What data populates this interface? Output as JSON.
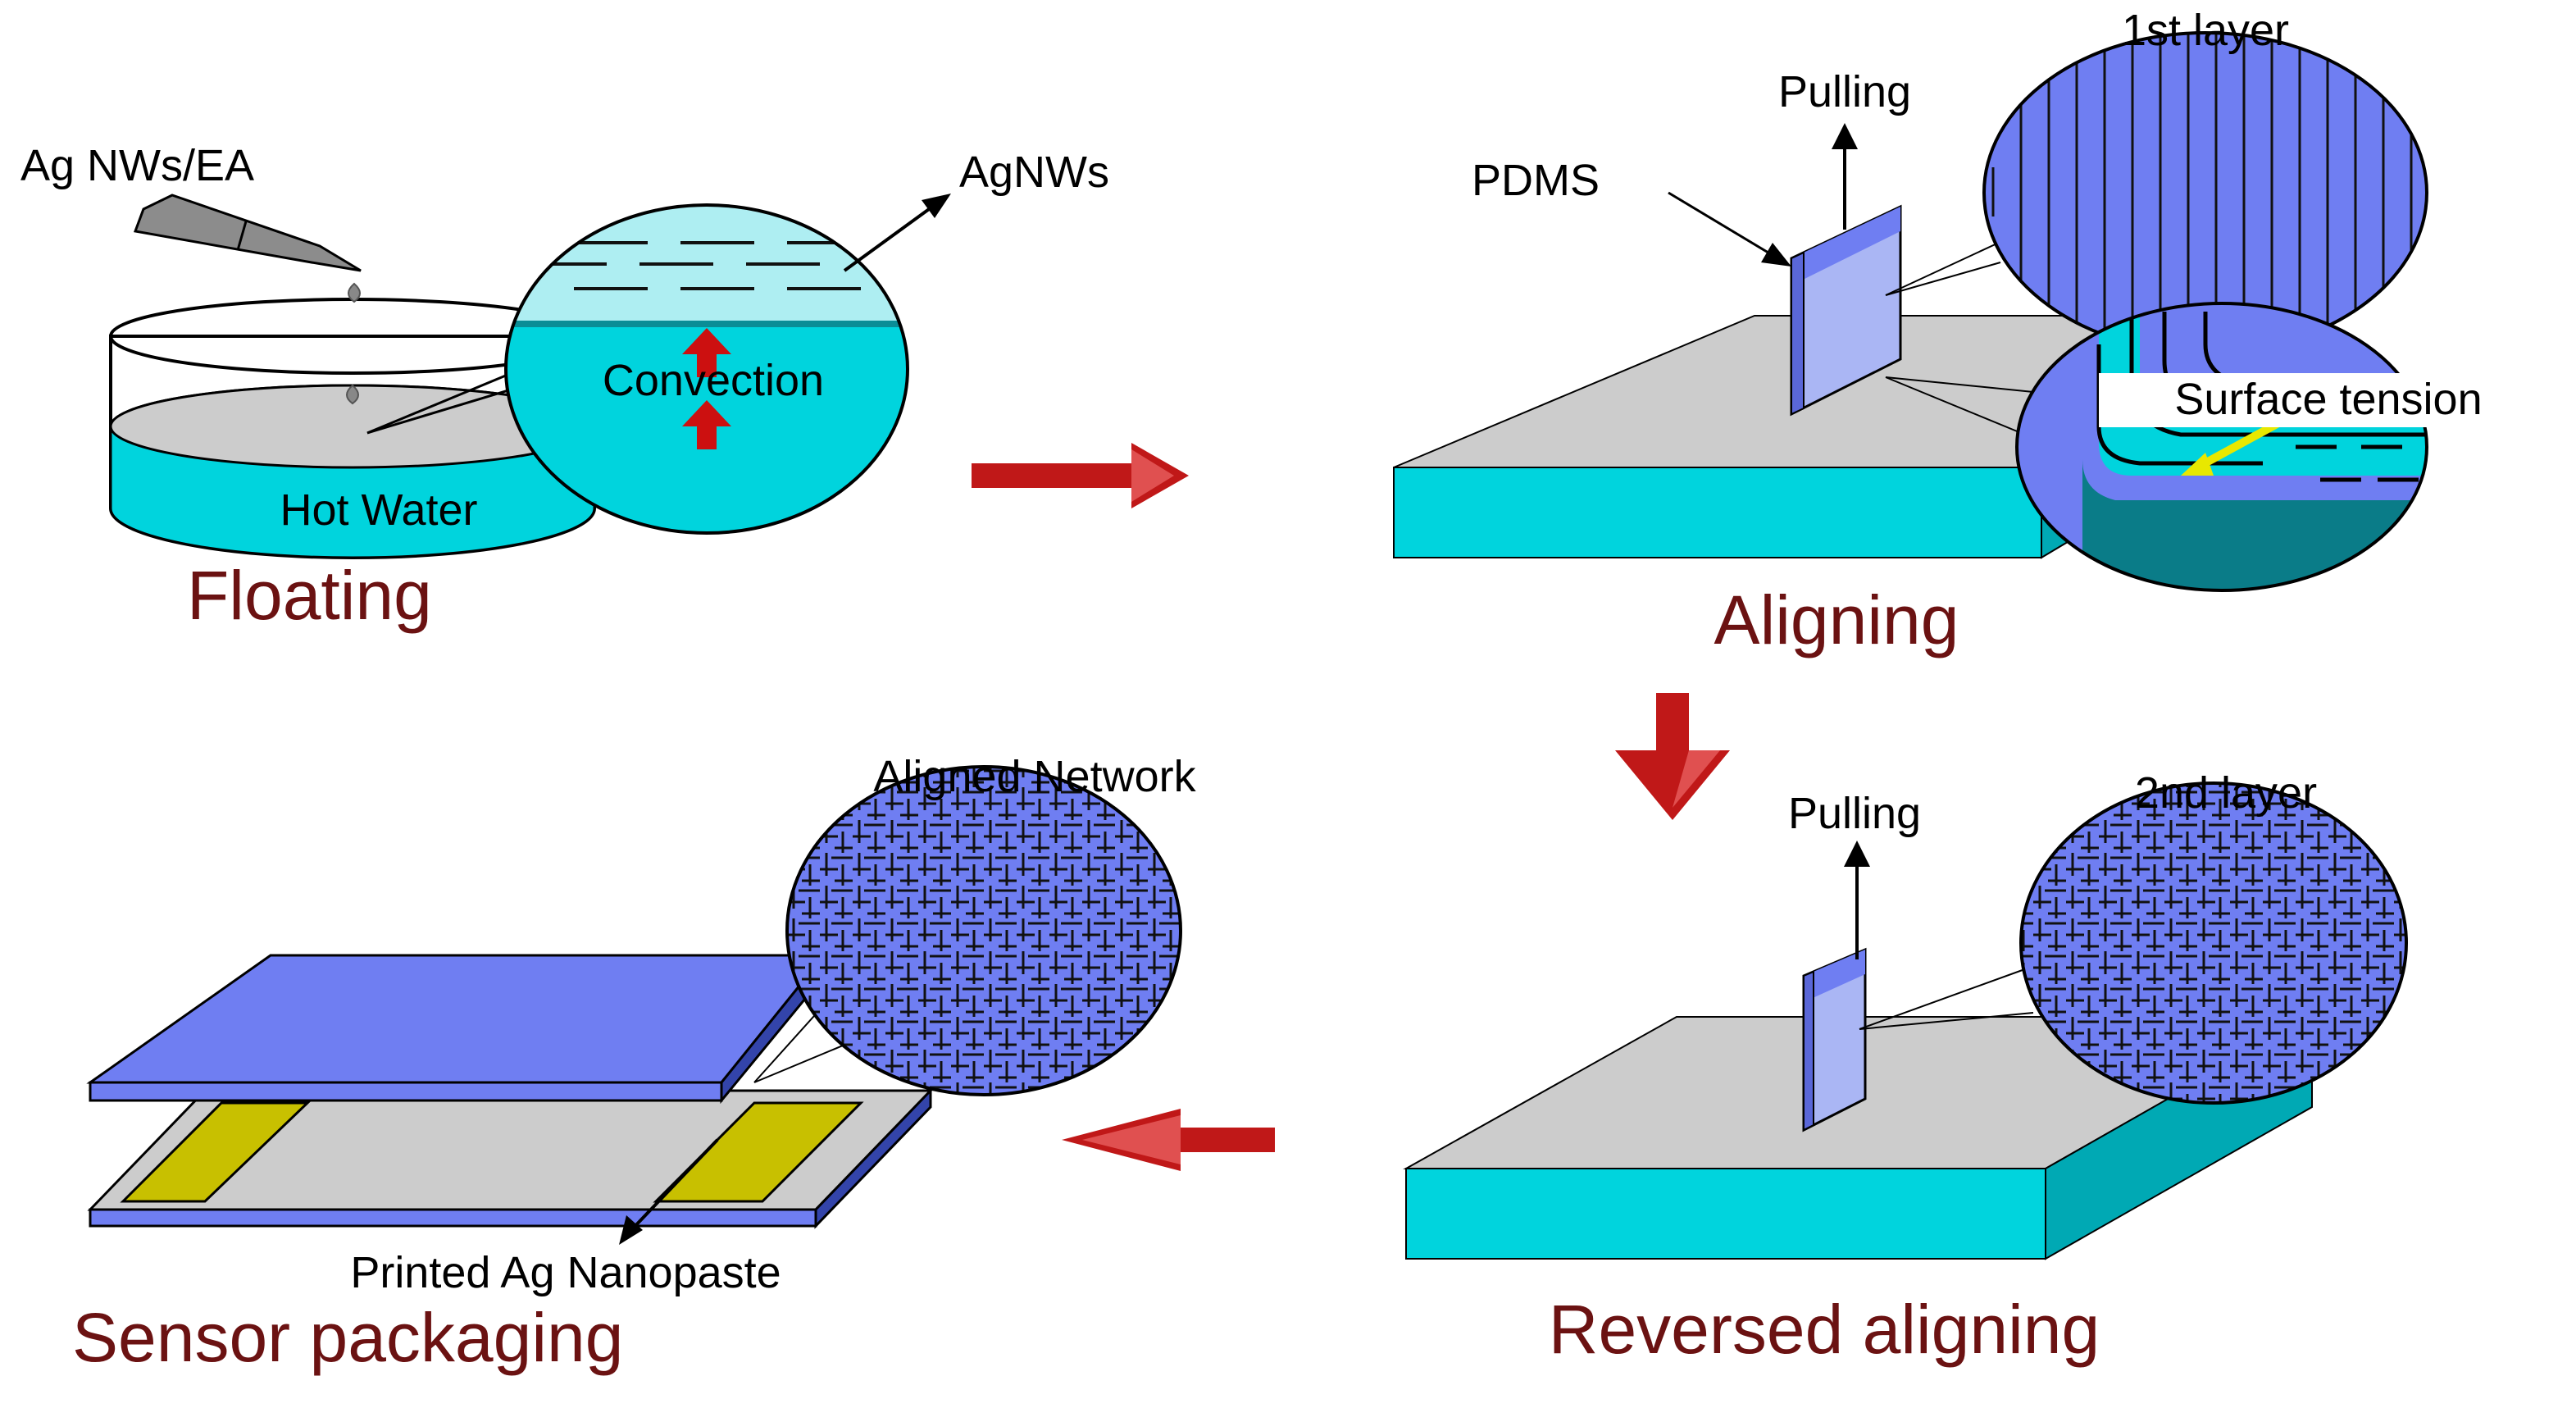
{
  "colors": {
    "stage_title": "#6b1212",
    "cyan": "#00d4dd",
    "cyan_dark": "#00a9b4",
    "gray_top": "#cccccc",
    "blue": "#6f7ef2",
    "blue_light": "#aab6f4",
    "blue_dark": "#3344aa",
    "arrow_red": "#c01818",
    "electrode": "#c8c000"
  },
  "stages": {
    "floating": {
      "title": "Floating",
      "label_syringe": "Ag NWs/EA",
      "label_agnws": "AgNWs",
      "label_convection": "Convection",
      "label_hot_water": "Hot Water"
    },
    "aligning": {
      "title": "Aligning",
      "label_pulling": "Pulling",
      "label_pdms": "PDMS",
      "label_layer": "1st layer",
      "label_surface_tension": "Surface tension"
    },
    "reversed": {
      "title": "Reversed aligning",
      "label_pulling": "Pulling",
      "label_layer": "2nd layer"
    },
    "packaging": {
      "title": "Sensor packaging",
      "label_network": "Aligned Network",
      "label_nanopaste": "Printed Ag Nanopaste"
    }
  },
  "icons": {
    "process_arrow_right": "arrow-right-icon",
    "process_arrow_down": "arrow-down-icon",
    "process_arrow_left": "arrow-left-icon"
  }
}
